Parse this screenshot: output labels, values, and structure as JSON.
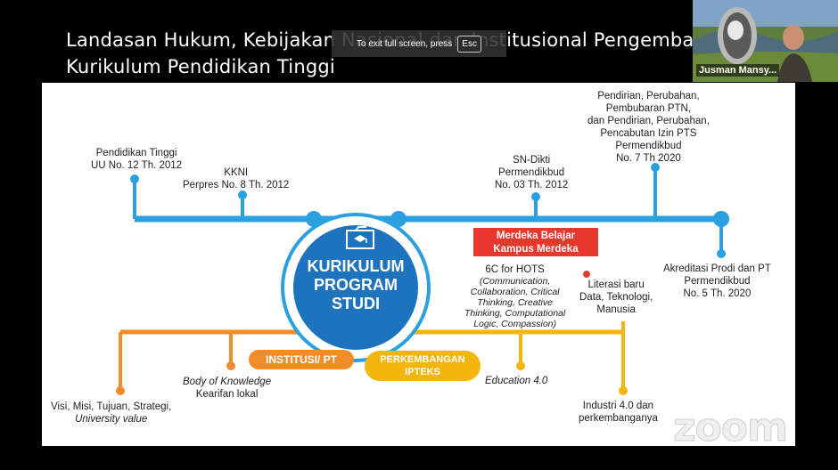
{
  "title": {
    "line1": "Landasan Hukum, Kebijakan Nasional dan Institusional Pengembangan",
    "line2": "Kurikulum Pendidikan Tinggi"
  },
  "toast": {
    "text": "To exit full screen, press",
    "key": "Esc"
  },
  "participant": {
    "name": "Jusman Mansy..."
  },
  "center": {
    "line1": "KURIKULUM",
    "line2": "PROGRAM",
    "line3": "STUDI"
  },
  "top_labels": {
    "pt_1": "Pendidikan Tinggi",
    "pt_2": "UU No. 12 Th. 2012",
    "kkni_1": "KKNI",
    "kkni_2": "Perpres No. 8 Th. 2012",
    "sn_1": "SN-Dikti",
    "sn_2": "Permendikbud",
    "sn_3": "No. 03 Th. 2012",
    "pend_1": "Pendirian, Perubahan,",
    "pend_2": "Pembubaran PTN,",
    "pend_3": "dan Pendirian, Perubahan,",
    "pend_4": "Pencabutan Izin PTS",
    "pend_5": "Permendikbud",
    "pend_6": "No. 7 Th 2020",
    "akr_1": "Akreditasi Prodi dan PT",
    "akr_2": "Permendikbud",
    "akr_3": "No. 5 Th. 2020"
  },
  "merdeka": {
    "line1": "Merdeka Belajar",
    "line2": "Kampus Merdeka"
  },
  "hots": {
    "line1": "6C for HOTS",
    "line2": "(Communication,",
    "line3": "Collaboration, Critical",
    "line4": "Thinking, Creative",
    "line5": "Thinking, Computational",
    "line6": "Logic, Compassion)"
  },
  "literasi": {
    "line1": "Literasi baru",
    "line2": "Data, Teknologi,",
    "line3": "Manusia"
  },
  "bottom_labels": {
    "visi_1": "Visi, Misi, Tujuan, Strategi,",
    "visi_2": "University value",
    "bok_1": "Body of Knowledge",
    "bok_2": "Kearifan lokal",
    "edu": "Education 4.0",
    "ind_1": "Industri 4.0 dan",
    "ind_2": "perkembanganya"
  },
  "institusi": "INSTITUSI/ PT",
  "iptek": {
    "line1": "PERKEMBANGAN",
    "line2": "IPTEKS"
  },
  "watermark": "zoom",
  "colors": {
    "blue": "#2aa0e0",
    "orange": "#f08c2a",
    "yellow": "#f5b50f",
    "red": "#e8382e",
    "center_fill": "#1e73be"
  },
  "icons": {
    "center": "folder-graduation-cap-icon"
  }
}
